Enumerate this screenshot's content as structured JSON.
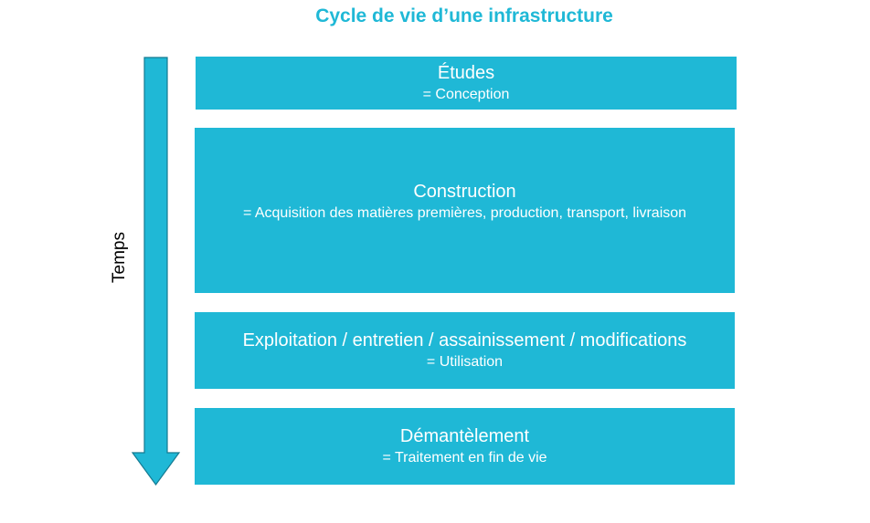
{
  "title": "Cycle de vie d’une infrastructure",
  "axis_label": "Temps",
  "colors": {
    "accent": "#1fb8d6",
    "box_text": "#ffffff",
    "arrow_stroke": "#147a91"
  },
  "stages": [
    {
      "name": "Études",
      "description": "= Conception"
    },
    {
      "name": "Construction",
      "description": "= Acquisition des matières premières, production, transport, livraison"
    },
    {
      "name": "Exploitation / entretien / assainissement / modifications",
      "description": "= Utilisation"
    },
    {
      "name": "Démantèlement",
      "description": "= Traitement en fin de vie"
    }
  ]
}
